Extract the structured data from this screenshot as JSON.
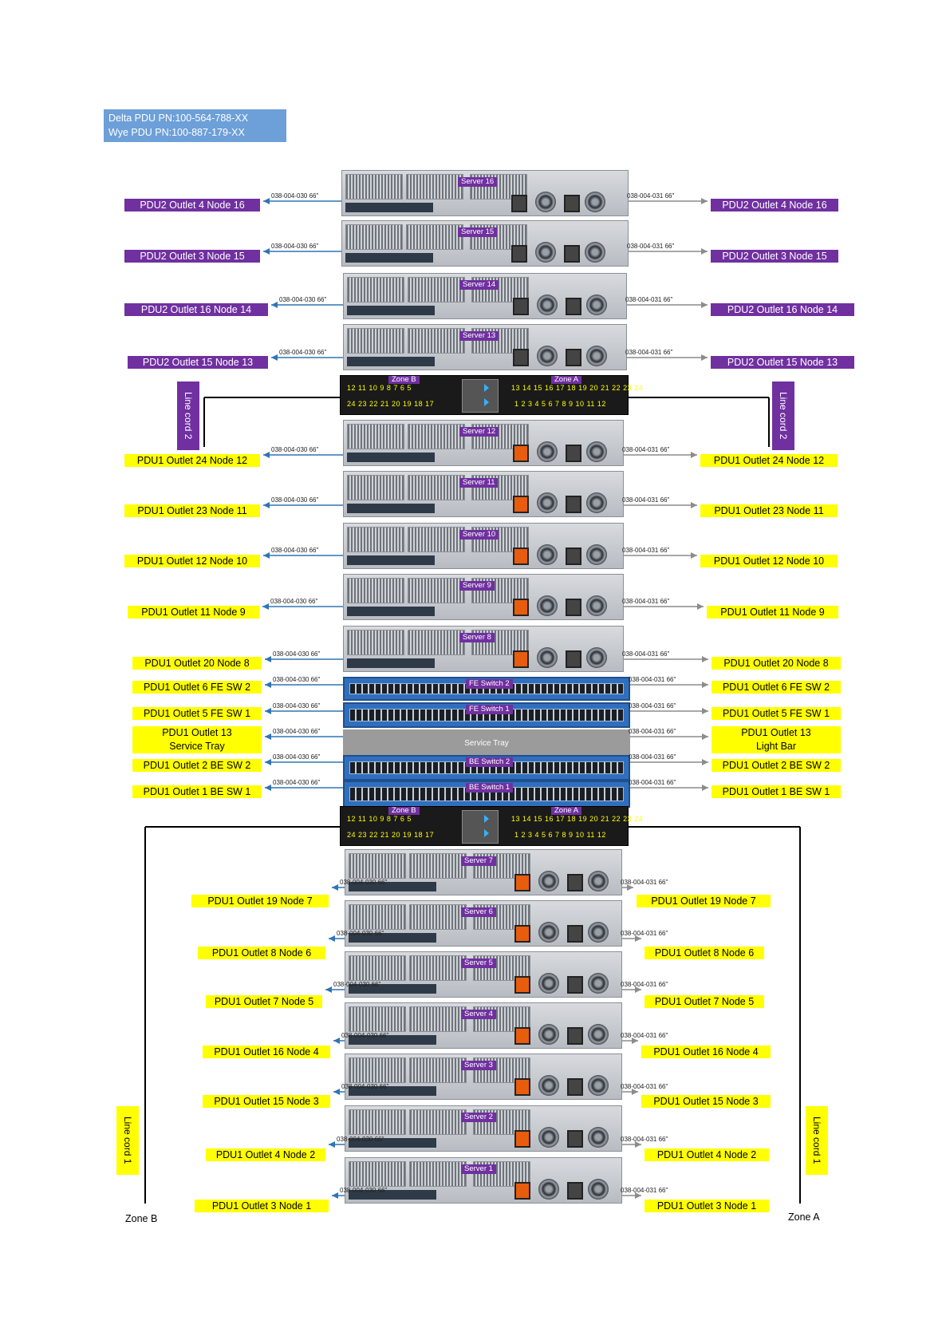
{
  "header": {
    "line1": "Delta PDU PN:100-564-788-XX",
    "line2": "Wye PDU PN:100-887-179-XX"
  },
  "colors": {
    "purple": "#7030a0",
    "yellow": "#ffff00",
    "cable_blue": "#2e75b6",
    "cable_gray": "#8c8c8c"
  },
  "cable_left": "038-004-030 66\"",
  "cable_right": "038-004-031 66\"",
  "line_cord_top": "Line cord 2",
  "line_cord_bottom": "Line cord 1",
  "zone_left": "Zone B",
  "zone_right": "Zone A",
  "pdu_zone_b": "Zone B",
  "pdu_zone_a": "Zone A",
  "pdu_nums_top_left": "12 11 10 9   8  7  6  5",
  "pdu_nums_bottom_left": "24 23 22 21  20 19 18 17",
  "pdu_nums_top_right": "13 14 15 16  17 18 19 20  21 22 23 24",
  "pdu_nums_bottom_right": "1  2  3  4   5  6  7  8   9 10 11 12",
  "units": [
    {
      "name": "Server 16",
      "left": "PDU2 Outlet 4 Node 16",
      "right": "PDU2 Outlet 4 Node 16",
      "color": "purple"
    },
    {
      "name": "Server 15",
      "left": "PDU2 Outlet 3 Node 15",
      "right": "PDU2 Outlet 3 Node 15",
      "color": "purple"
    },
    {
      "name": "Server 14",
      "left": "PDU2 Outlet 16 Node 14",
      "right": "PDU2 Outlet 16 Node 14",
      "color": "purple"
    },
    {
      "name": "Server 13",
      "left": "PDU2 Outlet 15 Node 13",
      "right": "PDU2 Outlet 15 Node 13",
      "color": "purple"
    },
    {
      "name": "Server 12",
      "left": "PDU1 Outlet 24 Node 12",
      "right": "PDU1 Outlet 24 Node 12",
      "color": "yellow"
    },
    {
      "name": "Server 11",
      "left": "PDU1 Outlet 23 Node 11",
      "right": "PDU1 Outlet 23 Node 11",
      "color": "yellow"
    },
    {
      "name": "Server 10",
      "left": "PDU1 Outlet 12 Node 10",
      "right": "PDU1 Outlet 12 Node 10",
      "color": "yellow"
    },
    {
      "name": "Server 9",
      "left": "PDU1 Outlet 11 Node 9",
      "right": "PDU1 Outlet 11 Node 9",
      "color": "yellow"
    },
    {
      "name": "Server 8",
      "left": "PDU1 Outlet 20 Node 8",
      "right": "PDU1 Outlet 20 Node 8",
      "color": "yellow"
    },
    {
      "name": "FE Switch 2",
      "left": "PDU1 Outlet 6 FE SW 2",
      "right": "PDU1 Outlet 6 FE SW 2",
      "color": "yellow"
    },
    {
      "name": "FE Switch 1",
      "left": "PDU1 Outlet 5 FE SW 1",
      "right": "PDU1 Outlet 5 FE SW 1",
      "color": "yellow"
    },
    {
      "name": "Service Tray",
      "left": "PDU1 Outlet 13 Service Tray",
      "left_l1": "PDU1 Outlet 13",
      "left_l2": "Service Tray",
      "right_l1": "PDU1 Outlet 13",
      "right_l2": "Light Bar",
      "color": "yellow"
    },
    {
      "name": "BE Switch 2",
      "left": "PDU1 Outlet 2 BE SW 2",
      "right": "PDU1 Outlet 2 BE SW 2",
      "color": "yellow"
    },
    {
      "name": "BE Switch 1",
      "left": "PDU1 Outlet 1 BE SW 1",
      "right": "PDU1 Outlet 1 BE SW 1",
      "color": "yellow"
    },
    {
      "name": "Server 7",
      "left": "PDU1 Outlet 19  Node 7",
      "right": "PDU1 Outlet 19 Node 7",
      "color": "yellow"
    },
    {
      "name": "Server 6",
      "left": "PDU1 Outlet 8  Node 6",
      "right": "PDU1 Outlet 8 Node 6",
      "color": "yellow"
    },
    {
      "name": "Server 5",
      "left": "PDU1 Outlet 7 Node 5",
      "right": "PDU1 Outlet 7 Node 5",
      "color": "yellow"
    },
    {
      "name": "Server 4",
      "left": "PDU1 Outlet 16 Node 4",
      "right": "PDU1 Outlet 16 Node 4",
      "color": "yellow"
    },
    {
      "name": "Server 3",
      "left": "PDU1 Outlet 15 Node 3",
      "right": "PDU1 Outlet 15 Node 3",
      "color": "yellow"
    },
    {
      "name": "Server 2",
      "left": "PDU1 Outlet 4 Node 2",
      "right": "PDU1 Outlet 4 Node 2",
      "color": "yellow"
    },
    {
      "name": "Server 1",
      "left": "PDU1 Outlet 3 Node 1",
      "right": "PDU1 Outlet 3 Node 1",
      "color": "yellow"
    }
  ]
}
